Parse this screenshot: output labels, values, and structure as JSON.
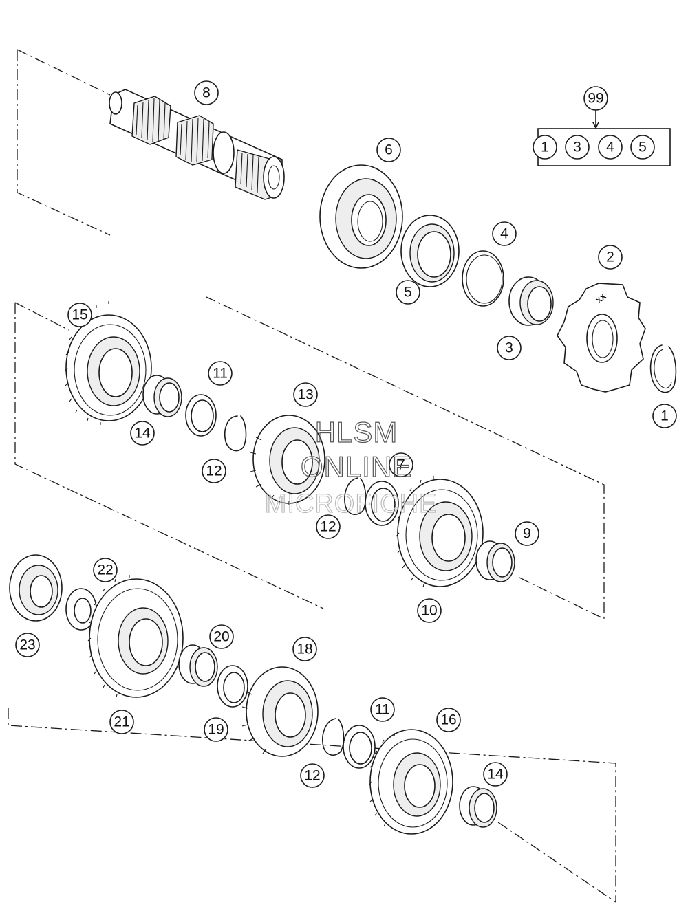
{
  "callouts": [
    {
      "id": "c8",
      "label": "8"
    },
    {
      "id": "c99",
      "label": "99"
    },
    {
      "id": "k1",
      "label": "1"
    },
    {
      "id": "k3",
      "label": "3"
    },
    {
      "id": "k4",
      "label": "4"
    },
    {
      "id": "k5",
      "label": "5"
    },
    {
      "id": "c6",
      "label": "6"
    },
    {
      "id": "c4",
      "label": "4"
    },
    {
      "id": "c2",
      "label": "2"
    },
    {
      "id": "c5",
      "label": "5"
    },
    {
      "id": "c3",
      "label": "3"
    },
    {
      "id": "c1",
      "label": "1"
    },
    {
      "id": "c15",
      "label": "15"
    },
    {
      "id": "c11a",
      "label": "11"
    },
    {
      "id": "c13",
      "label": "13"
    },
    {
      "id": "c14a",
      "label": "14"
    },
    {
      "id": "c12a",
      "label": "12"
    },
    {
      "id": "c7",
      "label": "7"
    },
    {
      "id": "c12b",
      "label": "12"
    },
    {
      "id": "c9",
      "label": "9"
    },
    {
      "id": "c10",
      "label": "10"
    },
    {
      "id": "c22",
      "label": "22"
    },
    {
      "id": "c23",
      "label": "23"
    },
    {
      "id": "c20",
      "label": "20"
    },
    {
      "id": "c18",
      "label": "18"
    },
    {
      "id": "c21",
      "label": "21"
    },
    {
      "id": "c19",
      "label": "19"
    },
    {
      "id": "c11b",
      "label": "11"
    },
    {
      "id": "c16",
      "label": "16"
    },
    {
      "id": "c12c",
      "label": "12"
    },
    {
      "id": "c14b",
      "label": "14"
    }
  ],
  "watermark": {
    "line1": "HLSM",
    "line2": "ONLINE",
    "line3": "MICROFICHE"
  },
  "sprocket_mark": "XX"
}
